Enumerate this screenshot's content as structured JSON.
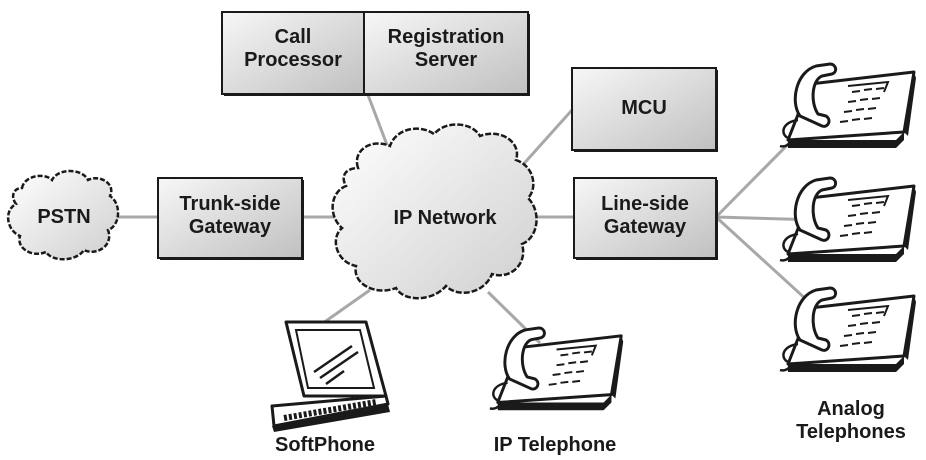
{
  "nodes": {
    "call_processor": {
      "line1": "Call",
      "line2": "Processor"
    },
    "registration_server": {
      "line1": "Registration",
      "line2": "Server"
    },
    "mcu": {
      "label": "MCU"
    },
    "pstn": {
      "label": "PSTN"
    },
    "trunk_gateway": {
      "line1": "Trunk-side",
      "line2": "Gateway"
    },
    "ip_network": {
      "label": "IP Network"
    },
    "line_gateway": {
      "line1": "Line-side",
      "line2": "Gateway"
    },
    "softphone": {
      "label": "SoftPhone"
    },
    "ip_telephone": {
      "label": "IP Telephone"
    },
    "analog_telephones": {
      "line1": "Analog",
      "line2": "Telephones"
    }
  },
  "colors": {
    "line": "#a8a8a8",
    "box_fill_light": "#f4f4f4",
    "box_fill_dark": "#c4c4c4",
    "outline": "#1a1a1a"
  }
}
